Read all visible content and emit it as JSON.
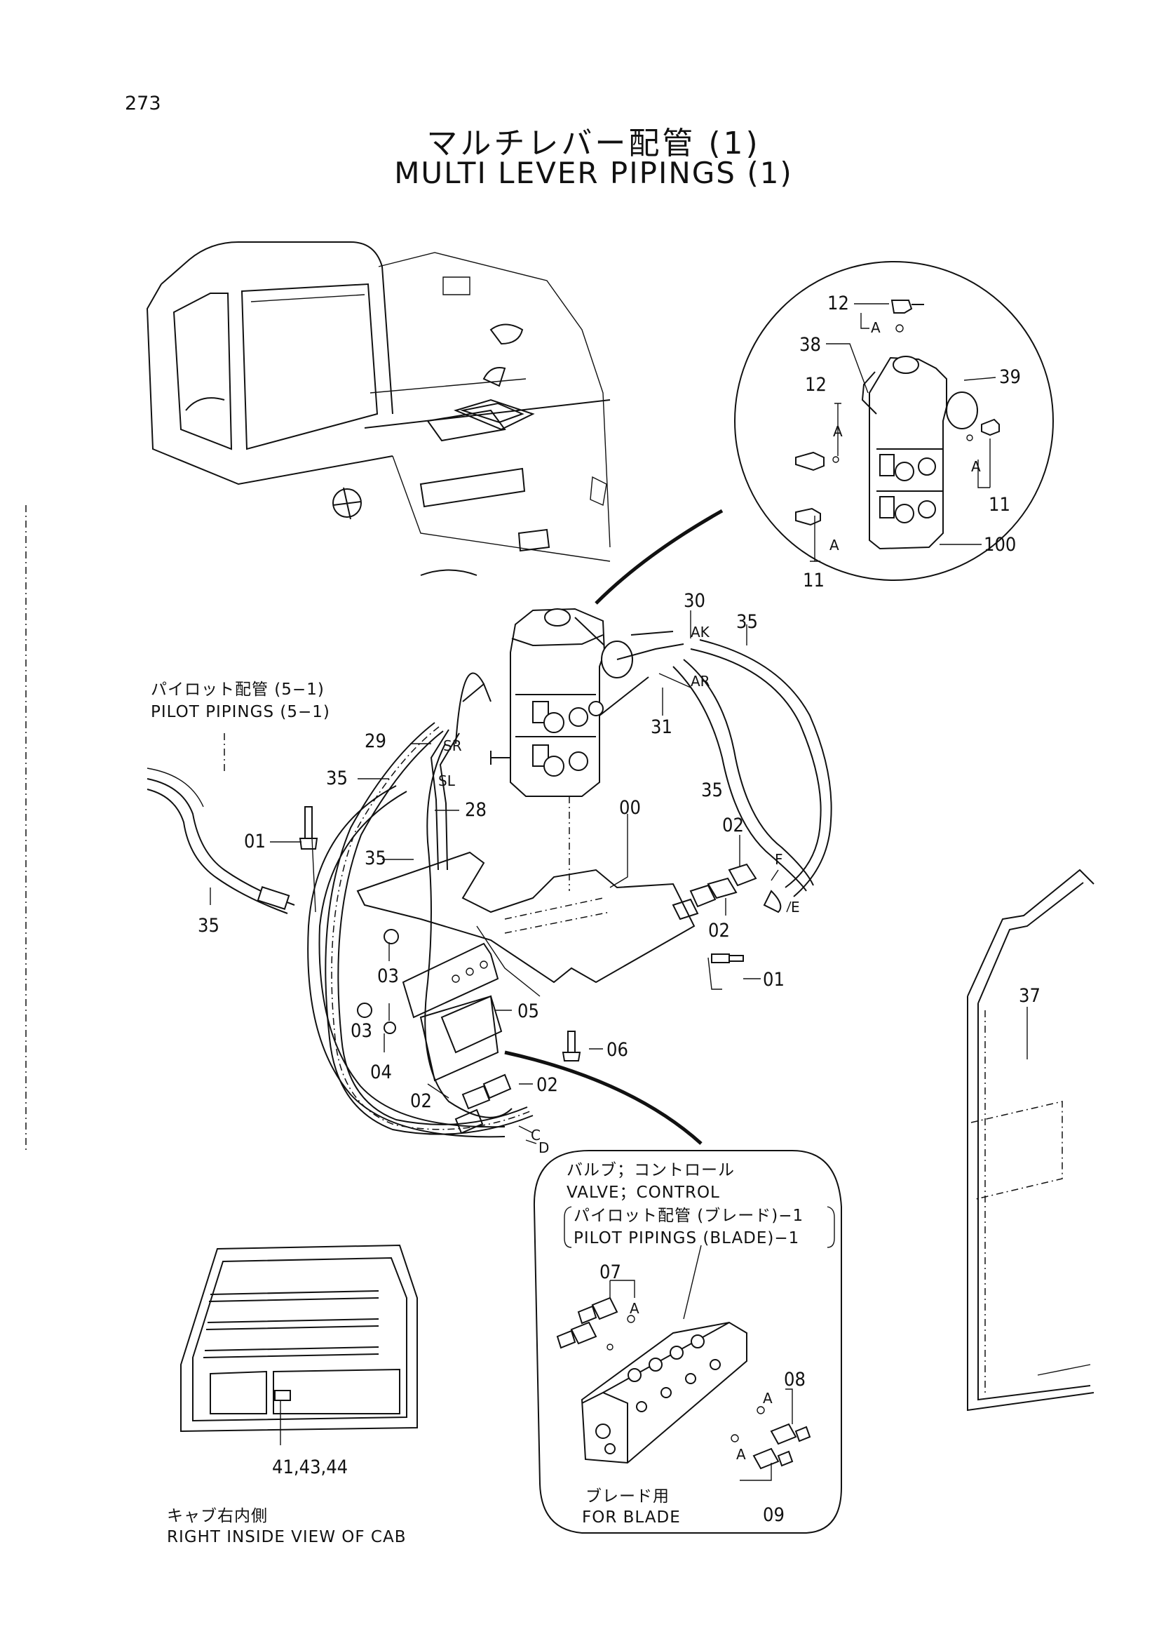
{
  "header": {
    "page_number": "273",
    "title_jp": "マルチレバー配管 (1)",
    "title_en": "MULTI LEVER PIPINGS (1)"
  },
  "callouts": {
    "c00": "00",
    "c01a": "01",
    "c01b": "01",
    "c02a": "02",
    "c02b": "02",
    "c02c": "02",
    "c02d": "02",
    "c03a": "03",
    "c03b": "03",
    "c04": "04",
    "c05": "05",
    "c06": "06",
    "c07": "07",
    "c08": "08",
    "c09": "09",
    "c11a": "11",
    "c11b": "11",
    "c12a": "12",
    "c12b": "12",
    "c28": "28",
    "c29": "29",
    "c30": "30",
    "c31": "31",
    "c35a": "35",
    "c35b": "35",
    "c35c": "35",
    "c35d": "35",
    "c35e": "35",
    "c37": "37",
    "c38": "38",
    "c39": "39",
    "c100": "100"
  },
  "port_letters": {
    "ak": "AK",
    "ar": "AR",
    "sr": "SR",
    "sl": "SL",
    "c": "C",
    "d": "D",
    "e": "E",
    "f": "F",
    "a1": "A",
    "a2": "A",
    "a3": "A",
    "a4": "A",
    "a5": "A",
    "a6": "A",
    "a7": "A"
  },
  "notes": {
    "pilot_jp": "パイロット配管 (5−1)",
    "pilot_en": "PILOT PIPINGS (5−1)",
    "valve_jp": "バルブ；コントロール",
    "valve_en": "VALVE；CONTROL",
    "blade_pilot_jp": "パイロット配管 (ブレード)−1",
    "blade_pilot_en": "PILOT PIPINGS (BLADE)−1",
    "for_blade_jp": "ブレード用",
    "for_blade_en": "FOR BLADE",
    "cab_parts": "41,43,44",
    "cab_view_jp": "キャブ右内側",
    "cab_view_en": "RIGHT INSIDE VIEW OF CAB"
  }
}
